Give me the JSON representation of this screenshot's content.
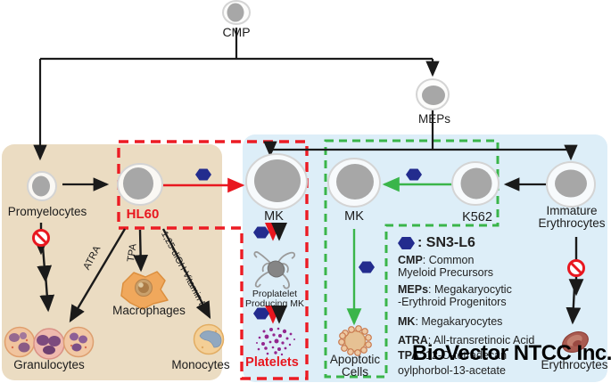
{
  "nodes": {
    "cmp": "CMP",
    "meps": "MEPs",
    "promyelocytes": "Promyelocytes",
    "hl60": "HL60",
    "mk1": "MK",
    "mk2": "MK",
    "k562": "K562",
    "immature_line1": "Immature",
    "immature_line2": "Erythrocytes",
    "granulocytes": "Granulocytes",
    "macrophages": "Macrophages",
    "monocytes": "Monocytes",
    "proplatelet_line1": "Proplatelet",
    "proplatelet_line2": "Producing MK",
    "platelets": "Platelets",
    "apoptotic_line1": "Apoptotic",
    "apoptotic_line2": "Cells",
    "erythrocytes": "Erythrocytes"
  },
  "treatments": {
    "atra": "ATRA",
    "tpa": "TPA",
    "vitd3": "1,25-diOH-Vitamin D3"
  },
  "legend": {
    "lines": [
      {
        "bold": "",
        "text": ": SN3-L6"
      },
      {
        "bold": "CMP",
        "text": ": Common"
      },
      {
        "bold": "",
        "text": "Myeloid Precursors"
      },
      {
        "bold": "MEPs",
        "text": ": Megakaryocytic"
      },
      {
        "bold": "",
        "text": "-Erythroid Progenitors"
      },
      {
        "bold": "MK",
        "text": ": Megakaryocytes"
      },
      {
        "bold": "ATRA",
        "text": ": All-transretinoic Acid"
      },
      {
        "bold": "TPA",
        "text": ": 12-O-tetradecan"
      },
      {
        "bold": "",
        "text": "oylphorbol-13-acetate"
      }
    ]
  },
  "watermark": "BioVector NTCC Inc.",
  "colors": {
    "red": "#e8171f",
    "green": "#3ab54a",
    "hexagon": "#232c8e",
    "tan_bg": "#ebdcc2",
    "blue_bg": "#ddeef8"
  }
}
